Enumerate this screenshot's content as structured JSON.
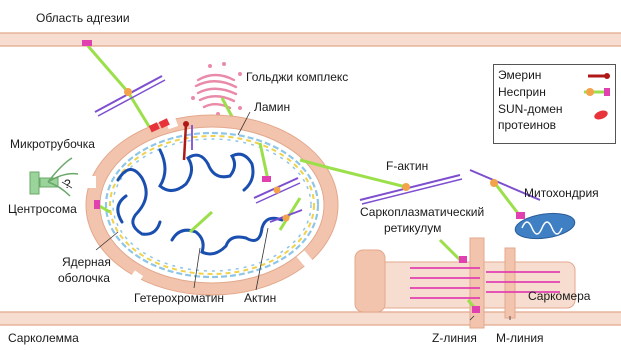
{
  "labels": {
    "adhesion_area": "Область адгезии",
    "golgi": "Гольджи комплекс",
    "lamin": "Ламин",
    "microtubule": "Микротрубочка",
    "question": "?",
    "centrosome": "Центросома",
    "f_actin": "F-актин",
    "mitochondria": "Митохондрия",
    "sarcoplasmic_reticulum_1": "Саркоплазматический",
    "sarcoplasmic_reticulum_2": "ретикулум",
    "nuclear_envelope_1": "Ядерная",
    "nuclear_envelope_2": "оболочка",
    "heterochromatin": "Гетерохроматин",
    "actin": "Актин",
    "sarcomere": "Саркомера",
    "sarcolemma": "Сарколемма",
    "z_line": "Z-линия",
    "m_line": "М-линия"
  },
  "legend": {
    "emerin": "Эмерин",
    "nesprin": "Несприн",
    "sun_domain_1": "SUN-домен",
    "sun_domain_2": "протеинов"
  },
  "colors": {
    "membrane": "#f2c4ad",
    "membrane_edge": "#e3a88c",
    "nesprin": "#9be04a",
    "nesprin_anchor": "#f3a34a",
    "sun_protein": "#e8333a",
    "emerin": "#b01818",
    "lamina_blue": "#8fc6e8",
    "lamina_yellow": "#f0d24a",
    "chromatin": "#1a4fb0",
    "actin": "#7d4ecf",
    "magenta": "#e040b0",
    "mitochondria": "#3f7fc4",
    "centrosome": "#9bd49b"
  }
}
